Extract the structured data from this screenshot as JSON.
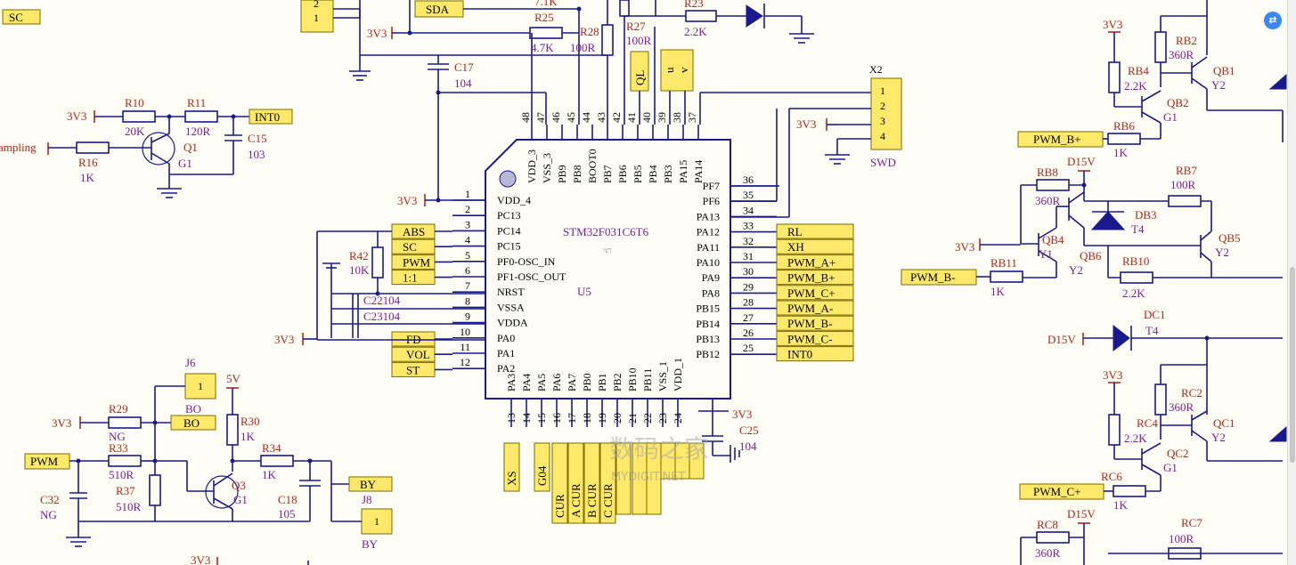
{
  "chip": {
    "name": "STM32F031C6T6",
    "ref": "U5",
    "left_pins": [
      {
        "num": "1",
        "name": "VDD_4"
      },
      {
        "num": "2",
        "name": "PC13"
      },
      {
        "num": "3",
        "name": "PC14"
      },
      {
        "num": "4",
        "name": "PC15"
      },
      {
        "num": "5",
        "name": "PF0-OSC_IN"
      },
      {
        "num": "6",
        "name": "PF1-OSC_OUT"
      },
      {
        "num": "7",
        "name": "NRST"
      },
      {
        "num": "8",
        "name": "VSSA"
      },
      {
        "num": "9",
        "name": "VDDA"
      },
      {
        "num": "10",
        "name": "PA0"
      },
      {
        "num": "11",
        "name": "PA1"
      },
      {
        "num": "12",
        "name": "PA2"
      }
    ],
    "right_pins": [
      {
        "num": "36",
        "name": "PF7"
      },
      {
        "num": "35",
        "name": "PF6"
      },
      {
        "num": "34",
        "name": "PA13"
      },
      {
        "num": "33",
        "name": "PA12"
      },
      {
        "num": "32",
        "name": "PA11"
      },
      {
        "num": "31",
        "name": "PA10"
      },
      {
        "num": "30",
        "name": "PA9"
      },
      {
        "num": "29",
        "name": "PA8"
      },
      {
        "num": "28",
        "name": "PB15"
      },
      {
        "num": "27",
        "name": "PB14"
      },
      {
        "num": "26",
        "name": "PB13"
      },
      {
        "num": "25",
        "name": "PB12"
      }
    ],
    "top_pins": [
      {
        "num": "48",
        "name": "VDD_3"
      },
      {
        "num": "47",
        "name": "VSS_3"
      },
      {
        "num": "46",
        "name": "PB9"
      },
      {
        "num": "45",
        "name": "PB8"
      },
      {
        "num": "44",
        "name": "BOOT0"
      },
      {
        "num": "43",
        "name": "PB7"
      },
      {
        "num": "42",
        "name": "PB6"
      },
      {
        "num": "41",
        "name": "PB5"
      },
      {
        "num": "40",
        "name": "PB4"
      },
      {
        "num": "39",
        "name": "PB3"
      },
      {
        "num": "38",
        "name": "PA15"
      },
      {
        "num": "37",
        "name": "PA14"
      }
    ],
    "bottom_pins": [
      {
        "num": "13",
        "name": "PA3"
      },
      {
        "num": "14",
        "name": "PA4"
      },
      {
        "num": "15",
        "name": "PA5"
      },
      {
        "num": "16",
        "name": "PA6"
      },
      {
        "num": "17",
        "name": "PA7"
      },
      {
        "num": "18",
        "name": "PB0"
      },
      {
        "num": "19",
        "name": "PB1"
      },
      {
        "num": "20",
        "name": "PB2"
      },
      {
        "num": "21",
        "name": "PB10"
      },
      {
        "num": "22",
        "name": "PB11"
      },
      {
        "num": "23",
        "name": "VSS_1"
      },
      {
        "num": "24",
        "name": "VDD_1"
      }
    ]
  },
  "right_nets": [
    "RL",
    "XH",
    "PWM_A+",
    "PWM_B+",
    "PWM_C+",
    "PWM_A-",
    "PWM_B-",
    "PWM_C-",
    "INT0"
  ],
  "left_nets": [
    "ABS",
    "SC",
    "PWM",
    "1:1"
  ],
  "left_nets2": [
    "FD",
    "VOL",
    "ST"
  ],
  "bottom_nets": [
    "XS",
    "G04",
    "CUR",
    "A CUR",
    "B CUR",
    "C CUR"
  ],
  "swd": {
    "ref": "X2",
    "label": "SWD",
    "pins": [
      "1",
      "2",
      "3",
      "4"
    ],
    "supply": "3V3"
  },
  "top": {
    "sc_net": "SC",
    "sda_net": "SDA",
    "j_pins": [
      "2",
      "1"
    ],
    "supply": "3V3",
    "r25_ref": "R25",
    "r25_val": "4.7K",
    "r28_ref": "R28",
    "r28_val": "100R",
    "r27_ref": "R27",
    "r27_val": "100R",
    "r23_ref": "R23",
    "r23_val": "2.2K",
    "c17_ref": "C17",
    "c17_val": "104",
    "ql_net": "QL",
    "uv_net1": "u",
    "uv_net2": "v"
  },
  "misc": {
    "supply_chip": "3V3",
    "supply_rc": "3V3",
    "r42_ref": "R42",
    "r42_val": "10K",
    "c22": "C22104",
    "c23": "C23104",
    "c25_ref": "C25",
    "c25_val": "104",
    "c25_supply": "3V3"
  },
  "int0_circuit": {
    "supply": "3V3",
    "input": "ampling",
    "r10_ref": "R10",
    "r10_val": "20K",
    "r11_ref": "R11",
    "r11_val": "120R",
    "r16_ref": "R16",
    "r16_val": "1K",
    "q1_ref": "Q1",
    "q1_val": "G1",
    "c15_ref": "C15",
    "c15_val": "103",
    "net": "INT0"
  },
  "bo_circuit": {
    "j6": "J6",
    "j6_pin": "1",
    "bo1": "BO",
    "bo_net": "BO",
    "supply_5v": "5V",
    "supply": "3V3",
    "r29_ref": "R29",
    "r29_val": "NG",
    "r33_ref": "R33",
    "r33_val": "510R",
    "r37_ref": "R37",
    "r37_val": "510R",
    "r30_ref": "R30",
    "r30_val": "1K",
    "r34_ref": "R34",
    "r34_val": "1K",
    "q3_ref": "Q3",
    "q3_val": "G1",
    "c18_ref": "C18",
    "c18_val": "105",
    "c32_ref": "C32",
    "c32_val": "NG",
    "pwm_net": "PWM",
    "by_net": "BY",
    "j8": "J8",
    "j8_pin": "1",
    "by2": "BY",
    "supply_bottom": "3V3"
  },
  "driver_b": {
    "supply": "3V3",
    "rb2_ref": "RB2",
    "rb2_val": "360R",
    "rb4_ref": "RB4",
    "rb4_val": "2.2K",
    "qb1_ref": "QB1",
    "qb1_val": "Y2",
    "qb2_ref": "QB2",
    "qb2_val": "G1",
    "rb6_ref": "RB6",
    "rb6_val": "1K",
    "pwm_net": "PWM_B+",
    "rb8_ref": "RB8",
    "rb8_val": "360R",
    "d15v": "D15V",
    "rb7_ref": "RB7",
    "rb7_val": "100R",
    "db3_ref": "DB3",
    "db3_val": "T4",
    "qb4_ref": "QB4",
    "qb4_val": "Y1",
    "qb6_ref": "QB6",
    "qb6_val": "Y2",
    "qb5_ref": "QB5",
    "qb5_val": "Y2",
    "rb10_ref": "RB10",
    "rb10_val": "2.2K",
    "rb11_ref": "RB11",
    "rb11_val": "1K",
    "pwm_minus": "PWM_B-",
    "supply2": "3V3"
  },
  "driver_c": {
    "dc1_ref": "DC1",
    "dc1_val": "T4",
    "d15v": "D15V",
    "supply": "3V3",
    "rc2_ref": "RC2",
    "rc2_val": "360R",
    "rc4_ref": "RC4",
    "rc4_val": "2.2K",
    "qc1_ref": "QC1",
    "qc1_val": "Y2",
    "qc2_ref": "QC2",
    "qc2_val": "G1",
    "rc6_ref": "RC6",
    "rc6_val": "1K",
    "pwm_net": "PWM_C+",
    "rc8_ref": "RC8",
    "rc8_val": "360R",
    "d15v2": "D15V",
    "rc7_ref": "RC7",
    "rc7_val": "100R"
  },
  "watermark": {
    "main": "数码之家",
    "sub": "MYDIGIT.NET"
  },
  "top_r_label": "7.1K"
}
